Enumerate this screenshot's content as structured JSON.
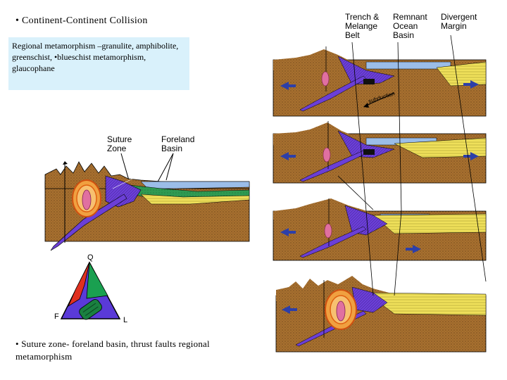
{
  "slide": {
    "title": "• Continent-Continent Collision",
    "info": "Regional metamorphism –granulite, amphibolite, greenschist, •blueschist metamorphism, glaucophane",
    "footer": "• Suture zone- foreland basin, thrust faults regional metamorphism"
  },
  "left_diagram": {
    "label_suture": "Suture\nZone",
    "label_foreland": "Foreland\nBasin"
  },
  "ternary": {
    "q": "Q",
    "f": "F",
    "l": "L"
  },
  "right_diagram": {
    "header_trench": "Trench &\nMelange\nBelt",
    "header_remnant": "Remnant\nOcean\nBasin",
    "header_divergent": "Divergent\nMargin",
    "subduction_label": "subduction"
  },
  "colors": {
    "crust": "#a8702f",
    "slab": "#6b3fd6",
    "ocean": "#9bbde8",
    "sediment": "#efe05a",
    "arrow": "#2d3fa8",
    "info_bg": "#d9f1fb"
  }
}
